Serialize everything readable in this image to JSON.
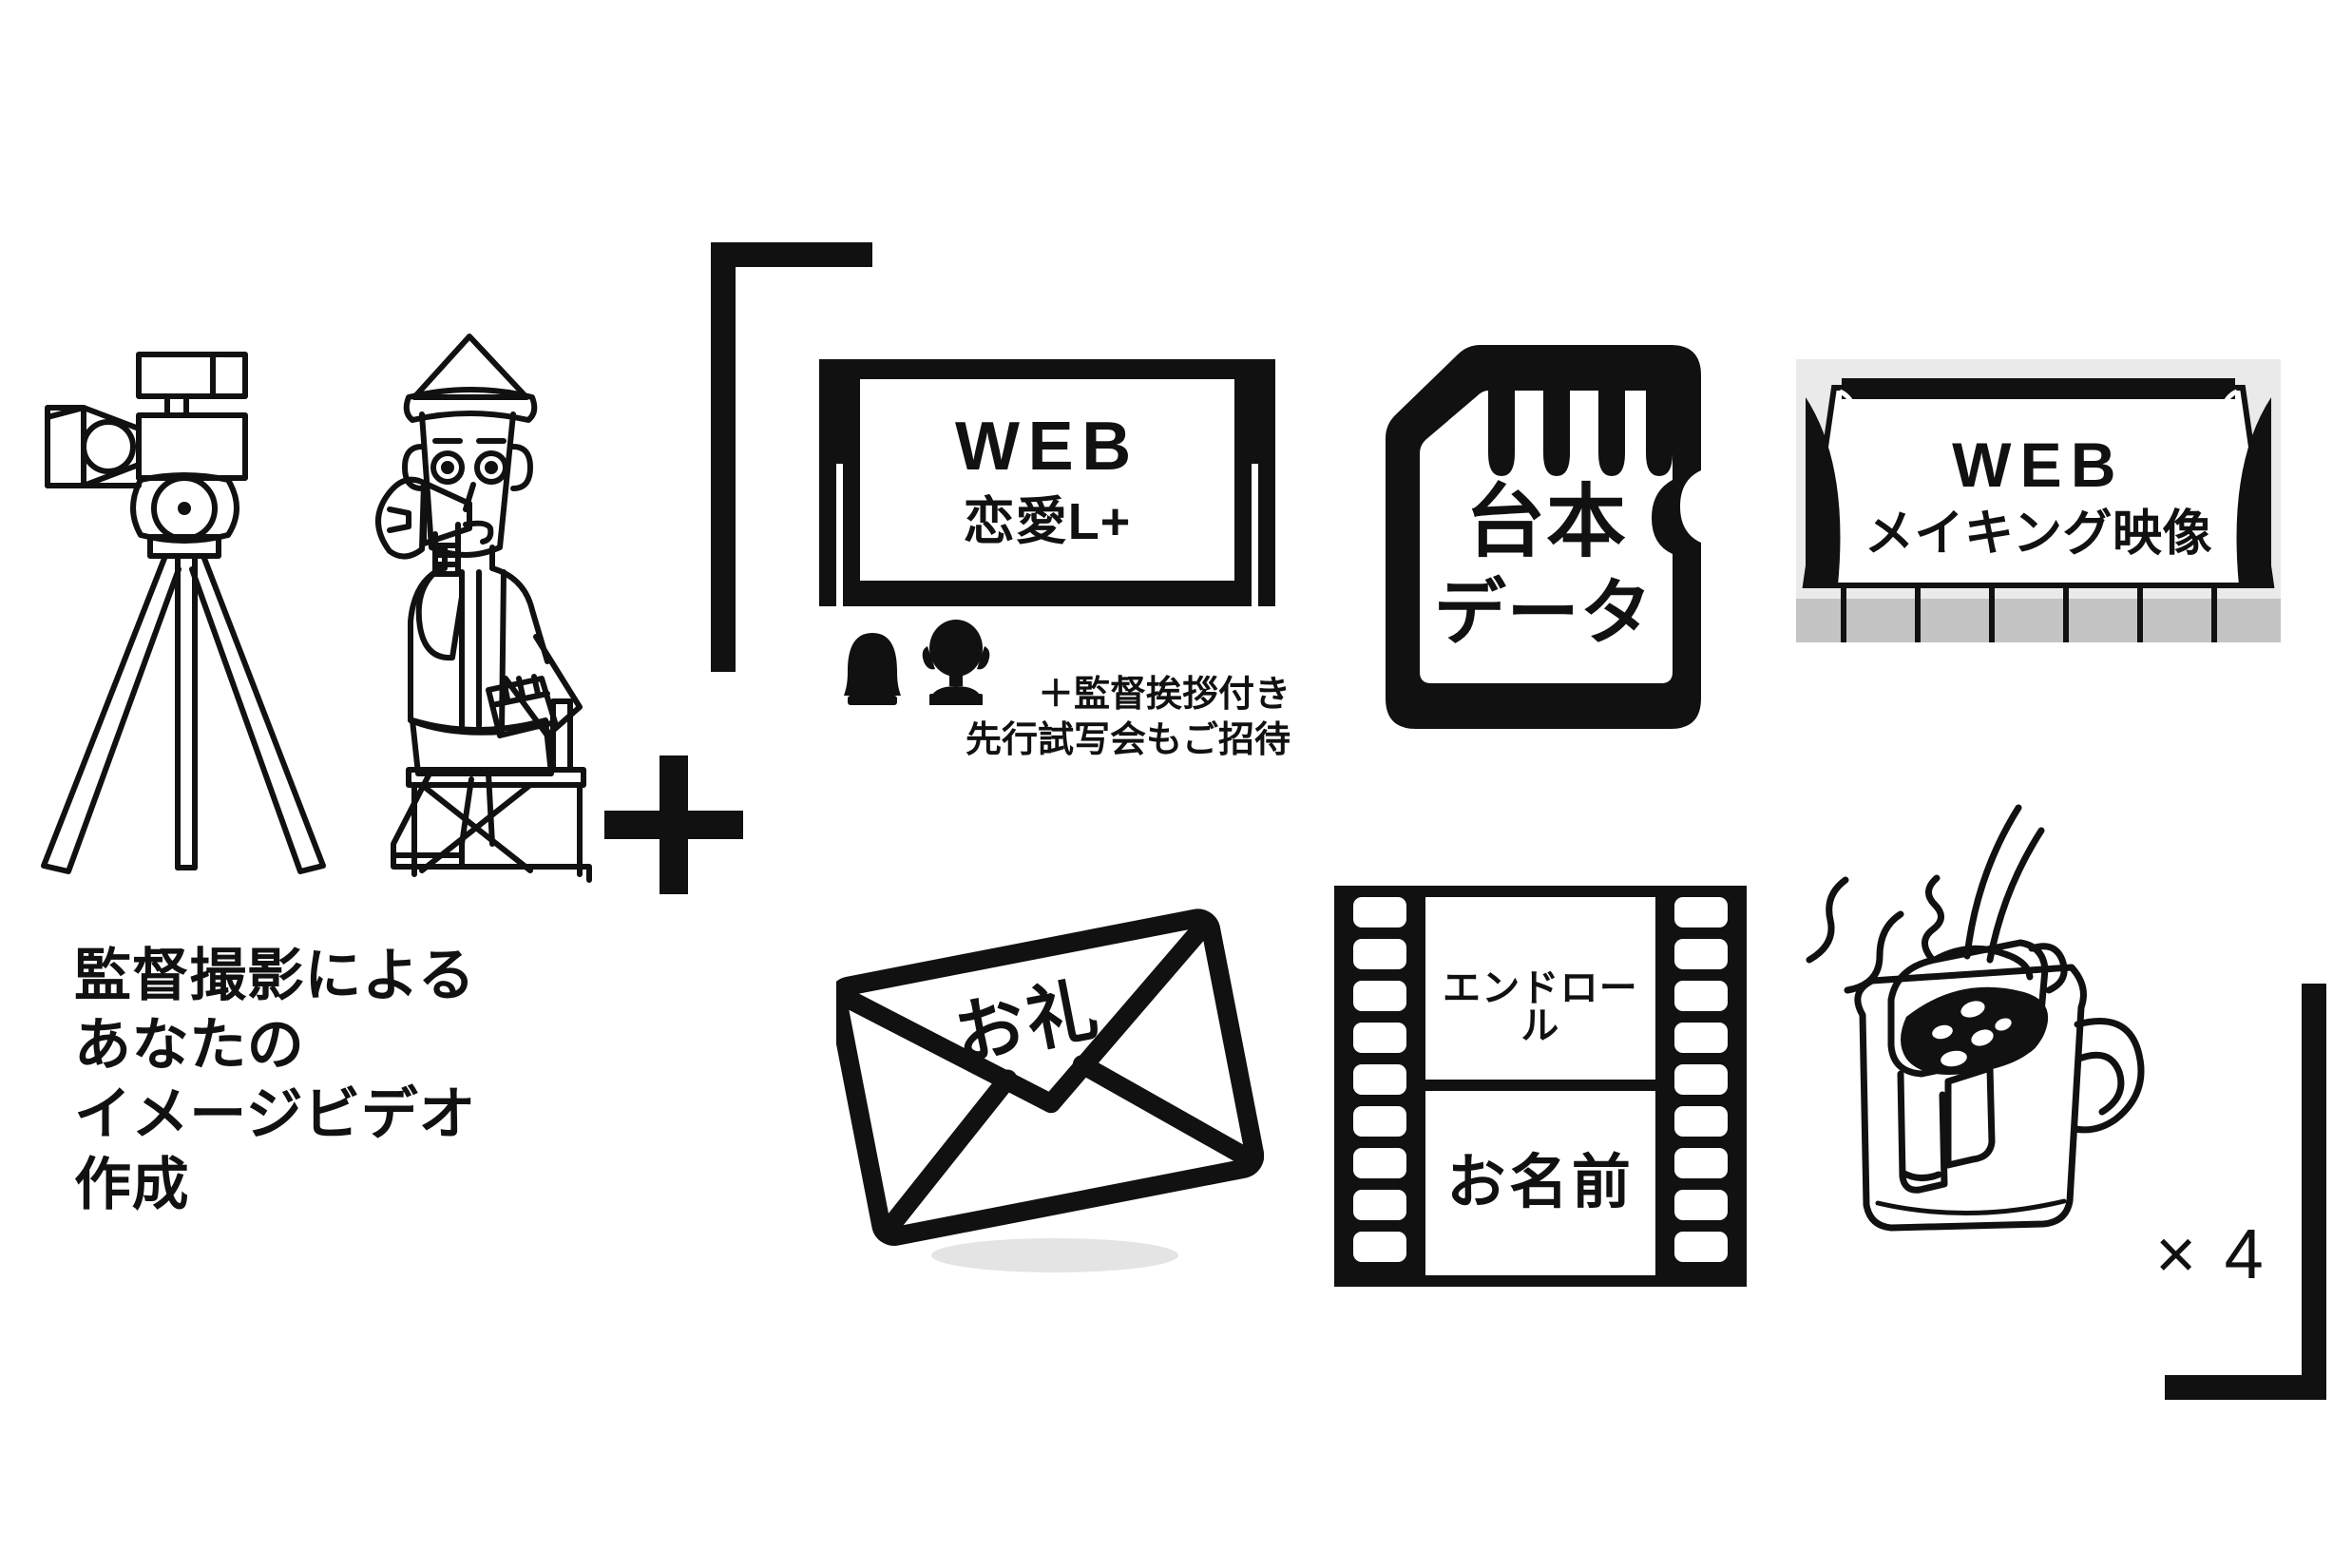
{
  "page": {
    "background": "#ffffff",
    "ink": "#111111",
    "gray_seats": "#c4c4c4",
    "gray_curtain": "#e8e8e8"
  },
  "left_group": {
    "icon_camera_name": "movie-camera-on-tripod",
    "icon_director_name": "director-with-megaphone-on-chair",
    "caption": "監督撮影による\nあなたの\nイメージビデオ\n作成"
  },
  "operator": {
    "symbol": "＋"
  },
  "bracket_top_left": {
    "label": "top-left-corner-bracket"
  },
  "bracket_bottom_right": {
    "label": "bottom-right-corner-bracket"
  },
  "reward_items": [
    {
      "id": "web-screening",
      "icon": "tv-screen-icon",
      "title": "WEB",
      "subtitle": "恋愛L+",
      "note": "＋監督挨拶付き\n先行試写会もご招待",
      "silhouettes": [
        "long-hair-person-silhouette",
        "short-hair-person-silhouette"
      ]
    },
    {
      "id": "script-data",
      "icon": "sd-card-icon",
      "line1": "台本",
      "line2": "データ"
    },
    {
      "id": "making-video",
      "icon": "cinema-screen-icon",
      "title": "WEB",
      "subtitle": "メイキング映像"
    },
    {
      "id": "thank-you-letter",
      "icon": "envelope-icon",
      "label": "お礼"
    },
    {
      "id": "end-roll-credit",
      "icon": "film-strip-icon",
      "cell_top": "エンドロール",
      "cell_bottom": "お名前"
    },
    {
      "id": "drip-coffee",
      "icon": "coffee-mug-with-drip-bag-icon",
      "quantity": "× 4"
    }
  ]
}
